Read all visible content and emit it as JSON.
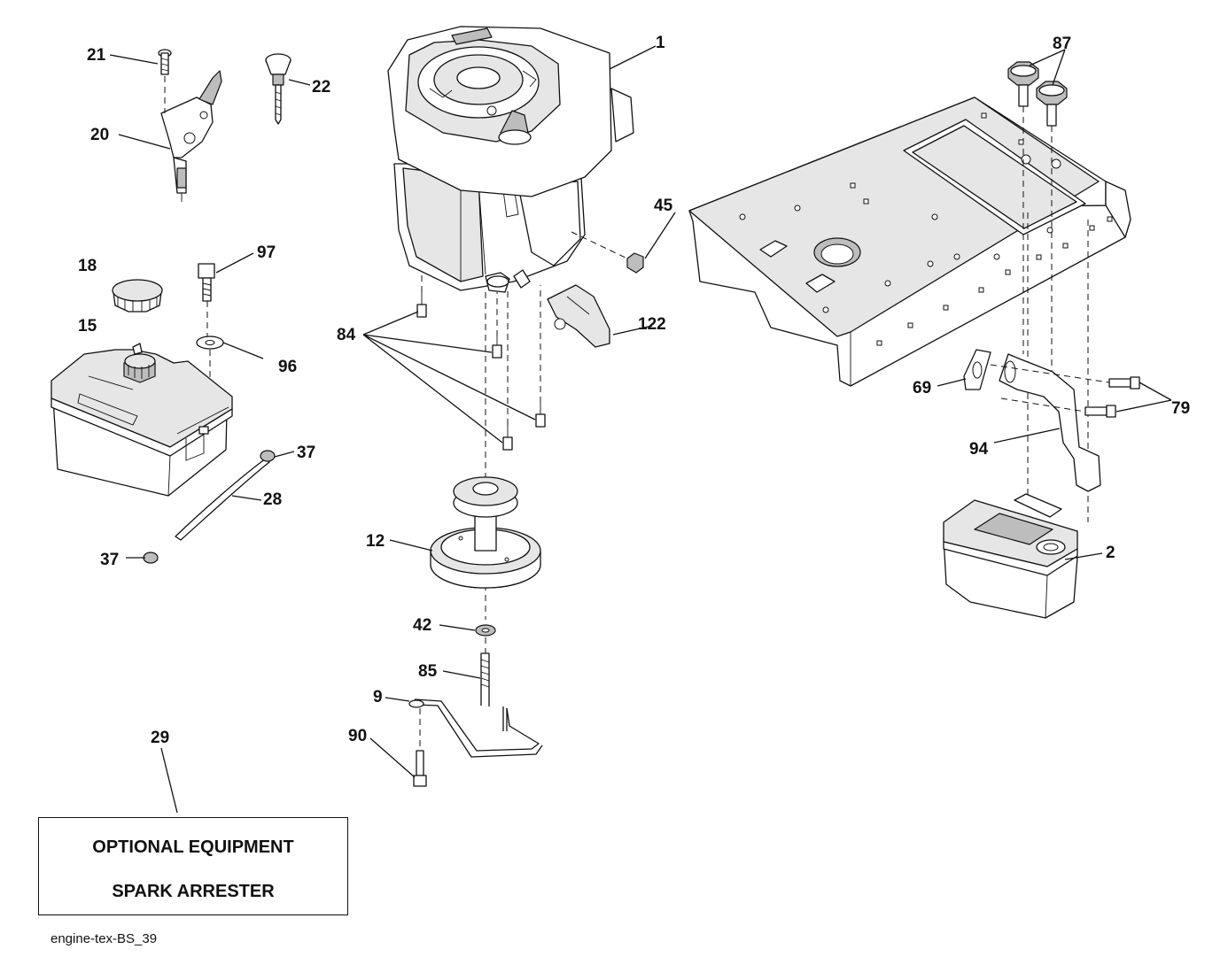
{
  "callouts": {
    "c1": "1",
    "c2": "2",
    "c9": "9",
    "c12": "12",
    "c15": "15",
    "c18": "18",
    "c20": "20",
    "c21": "21",
    "c22": "22",
    "c28": "28",
    "c29": "29",
    "c37a": "37",
    "c37b": "37",
    "c42": "42",
    "c45": "45",
    "c69": "69",
    "c79": "79",
    "c84": "84",
    "c85": "85",
    "c87": "87",
    "c90": "90",
    "c94": "94",
    "c96": "96",
    "c97": "97",
    "c122": "122"
  },
  "optional_box": {
    "line1": "OPTIONAL EQUIPMENT",
    "line2": "SPARK ARRESTER"
  },
  "caption": "engine-tex-BS_39"
}
